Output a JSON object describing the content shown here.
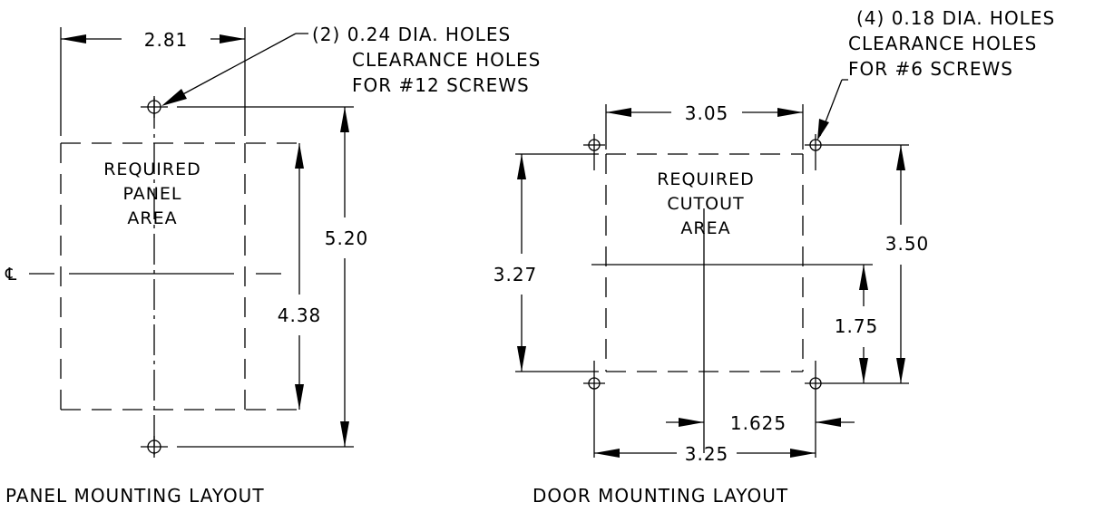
{
  "panel": {
    "title": "PANEL MOUNTING LAYOUT",
    "area_label": [
      "REQUIRED",
      "PANEL",
      "AREA"
    ],
    "centerline_symbol": "℄",
    "dim_width": "2.81",
    "dim_hole_span": "5.20",
    "dim_area_height": "4.38",
    "hole_note": [
      "(2) 0.24 DIA. HOLES",
      "CLEARANCE HOLES",
      "FOR #12 SCREWS"
    ]
  },
  "door": {
    "title": "DOOR MOUNTING LAYOUT",
    "area_label": [
      "REQUIRED",
      "CUTOUT",
      "AREA"
    ],
    "dim_top_width": "3.05",
    "dim_left_height": "3.27",
    "dim_right_height": "3.50",
    "dim_half_height": "1.75",
    "dim_half_width": "1.625",
    "dim_bottom_width": "3.25",
    "hole_note": [
      "(4) 0.18 DIA. HOLES",
      "CLEARANCE HOLES",
      "FOR #6 SCREWS"
    ]
  }
}
